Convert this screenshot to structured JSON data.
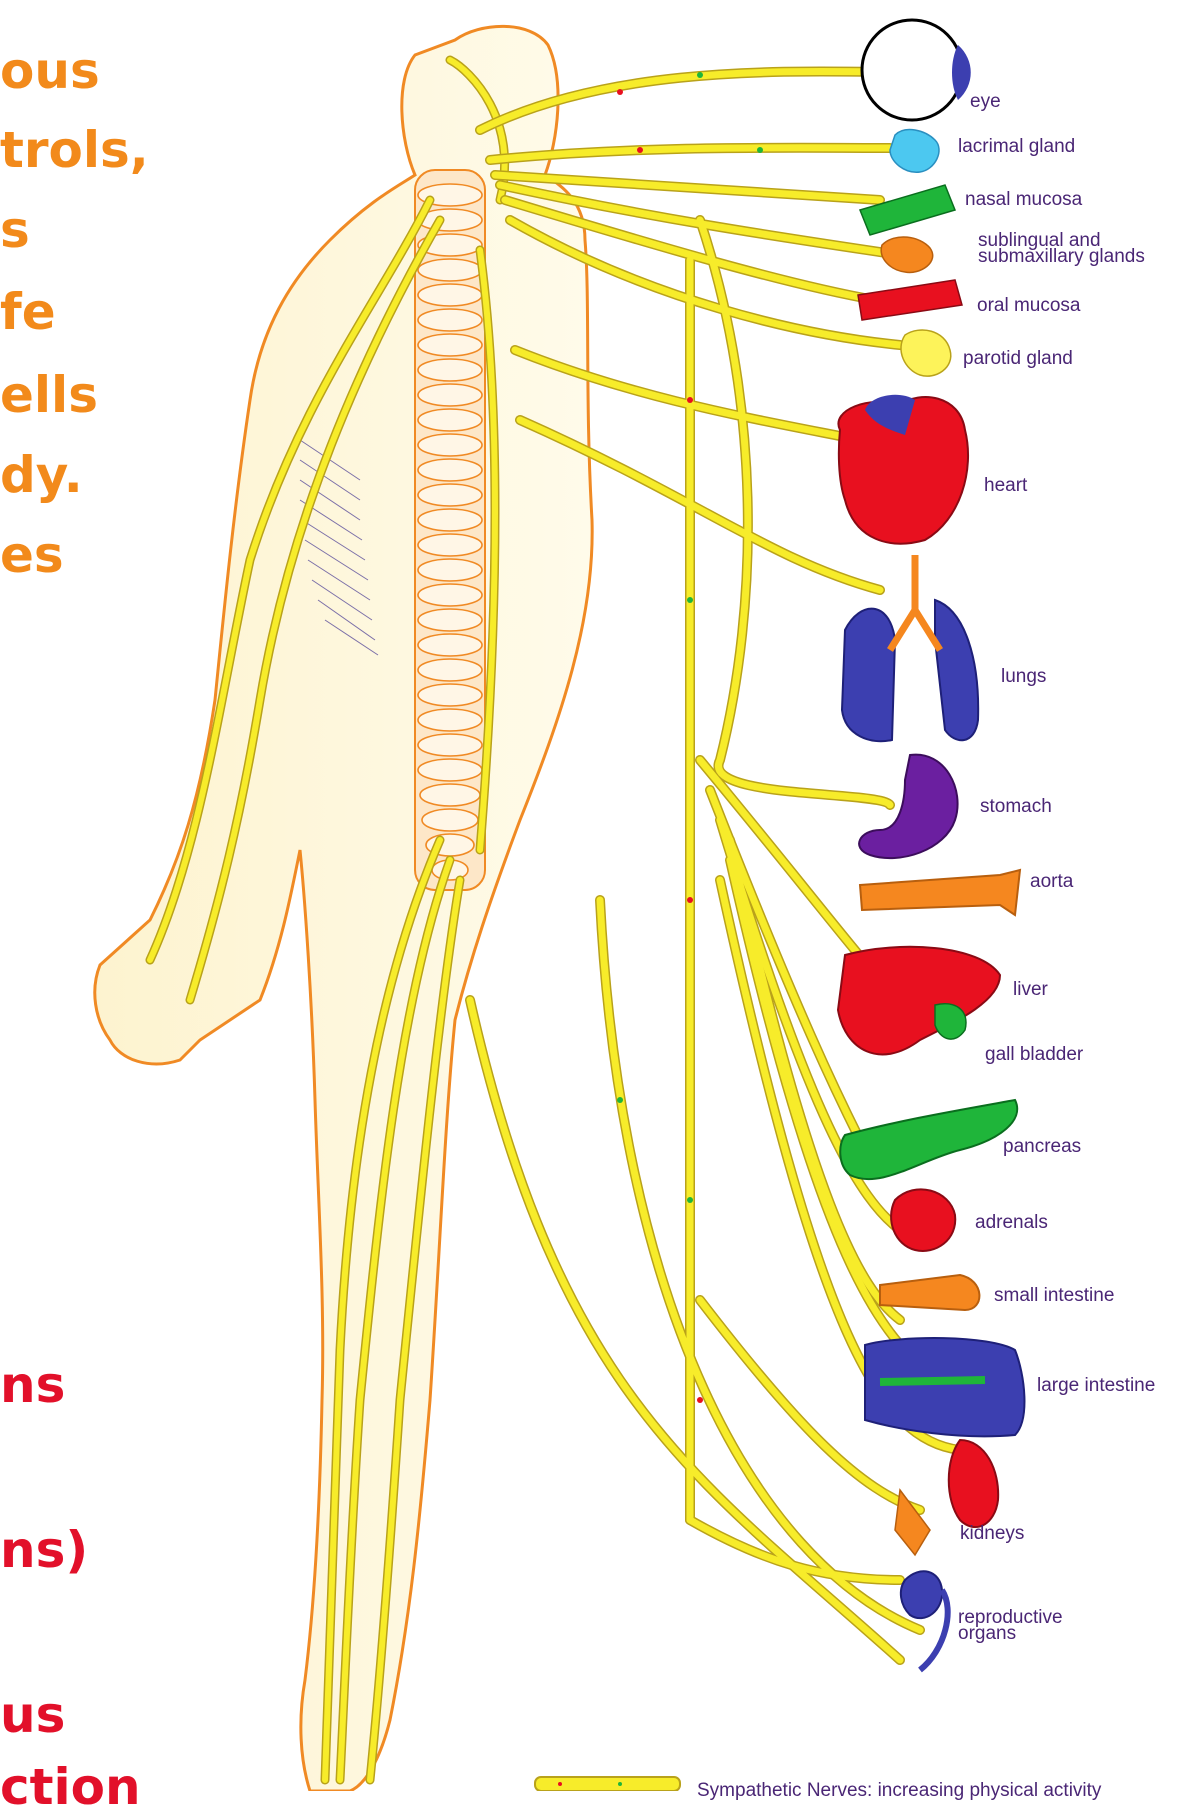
{
  "side_text": {
    "orange_lines": [
      "ous",
      "trols,",
      "s",
      "fe",
      "ells",
      "dy.",
      "es"
    ],
    "red_lines": [
      "ns",
      "ns)",
      "us",
      "ction"
    ]
  },
  "organs": [
    {
      "key": "eye",
      "label": "eye"
    },
    {
      "key": "lacrimal",
      "label": "lacrimal gland"
    },
    {
      "key": "nasal",
      "label": "nasal mucosa"
    },
    {
      "key": "sublingual",
      "label": "sublingual and\nsubmaxillary glands"
    },
    {
      "key": "oral",
      "label": "oral mucosa"
    },
    {
      "key": "parotid",
      "label": "parotid gland"
    },
    {
      "key": "heart",
      "label": "heart"
    },
    {
      "key": "lungs",
      "label": "lungs"
    },
    {
      "key": "stomach",
      "label": "stomach"
    },
    {
      "key": "aorta",
      "label": "aorta"
    },
    {
      "key": "liver",
      "label": "liver"
    },
    {
      "key": "gallbladder",
      "label": "gall bladder"
    },
    {
      "key": "pancreas",
      "label": "pancreas"
    },
    {
      "key": "adrenals",
      "label": "adrenals"
    },
    {
      "key": "small_intestine",
      "label": "small intestine"
    },
    {
      "key": "large_intestine",
      "label": "large intestine"
    },
    {
      "key": "kidneys",
      "label": "kidneys"
    },
    {
      "key": "reproductive",
      "label": "reproductive\norgans"
    }
  ],
  "legend": {
    "label": "Sympathetic Nerves: increasing physical activity"
  },
  "colors": {
    "nerve": "#f7ec2a",
    "nerve_outline": "#b9a21a",
    "body_fill": "#fdf6d8",
    "body_outline": "#f08a24",
    "organ_red": "#e8101f",
    "organ_blue": "#3c3fb0",
    "organ_green": "#1fb53a",
    "organ_orange": "#f5871f",
    "organ_purple": "#6b1fa0",
    "organ_cyan": "#4cc8f0",
    "text_orange": "#f28a1b",
    "text_red": "#e2102a",
    "label_text": "#4a2675"
  }
}
